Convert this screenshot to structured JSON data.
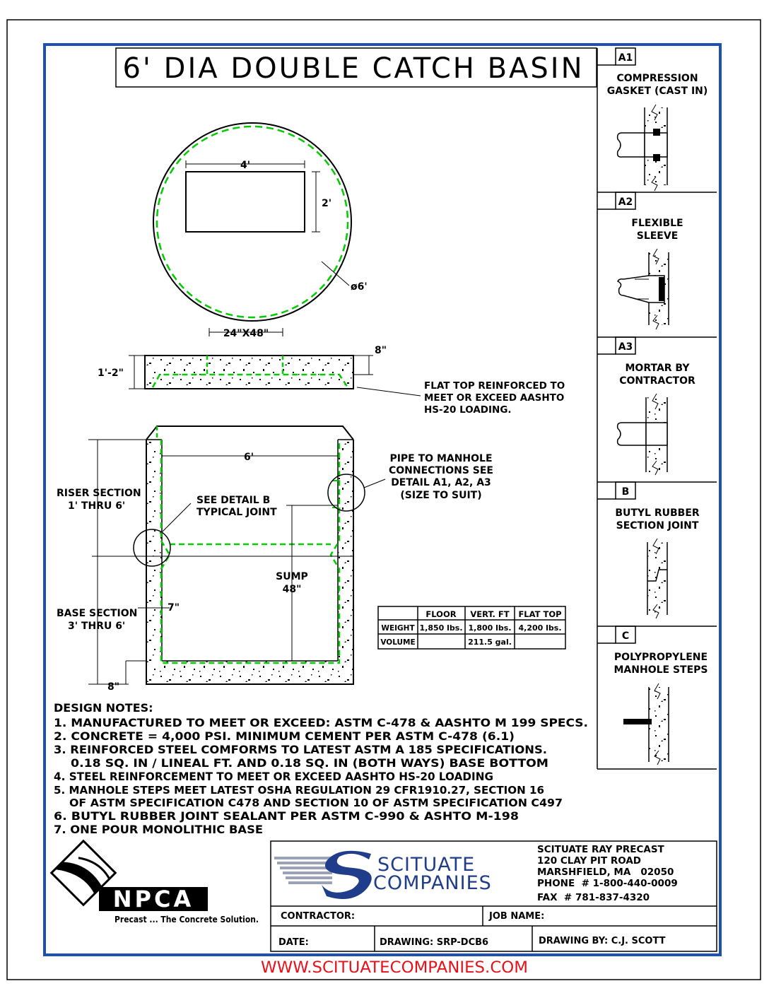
{
  "title": "6' DIA DOUBLE CATCH BASIN",
  "top_view": {
    "dim_width": "4'",
    "dim_height": "2'",
    "dim_diameter": "ø6'"
  },
  "flat_top": {
    "opening": "24\"X48\"",
    "thickness": "1'-2\"",
    "edge": "8\"",
    "note": [
      "FLAT TOP REINFORCED TO",
      "MEET OR EXCEED AASHTO",
      "HS-20 LOADING."
    ]
  },
  "section": {
    "inner_dia": "6'",
    "riser": [
      "RISER SECTION",
      "1' THRU 6'"
    ],
    "detail_b": [
      "SEE DETAIL B",
      "TYPICAL JOINT"
    ],
    "pipe_note": [
      "PIPE TO MANHOLE",
      "CONNECTIONS SEE",
      "DETAIL A1, A2, A3",
      "(SIZE TO SUIT)"
    ],
    "sump": [
      "SUMP",
      "48\""
    ],
    "base": [
      "BASE SECTION",
      "3' THRU 6'"
    ],
    "wall": "7\"",
    "bottom": "8\""
  },
  "weights_table": {
    "headers": [
      "",
      "FLOOR",
      "VERT. FT",
      "FLAT TOP"
    ],
    "rows": [
      [
        "WEIGHT",
        "1,850 lbs.",
        "1,800 lbs.",
        "4,200 lbs."
      ],
      [
        "VOLUME",
        "",
        "211.5 gal.",
        ""
      ]
    ]
  },
  "details": [
    {
      "id": "A1",
      "title": [
        "COMPRESSION",
        "GASKET (CAST IN)"
      ]
    },
    {
      "id": "A2",
      "title": [
        "FLEXIBLE",
        "SLEEVE"
      ]
    },
    {
      "id": "A3",
      "title": [
        "MORTAR BY",
        "CONTRACTOR"
      ]
    },
    {
      "id": "B",
      "title": [
        "BUTYL RUBBER",
        "SECTION JOINT"
      ]
    },
    {
      "id": "C",
      "title": [
        "POLYPROPYLENE",
        "MANHOLE STEPS"
      ]
    }
  ],
  "design_notes": {
    "heading": "DESIGN NOTES:",
    "lines": [
      "1. MANUFACTURED TO MEET OR EXCEED: ASTM C-478 & AASHTO M 199 SPECS.",
      "2. CONCRETE = 4,000 PSI. MINIMUM CEMENT PER ASTM C-478 (6.1)",
      "3. REINFORCED STEEL COMFORMS TO LATEST ASTM A 185 SPECIFICATIONS.",
      "    0.18 SQ. IN / LINEAL FT. AND 0.18 SQ. IN (BOTH WAYS) BASE BOTTOM",
      "4. STEEL REINFORCEMENT TO MEET OR EXCEED AASHTO HS-20 LOADING",
      "5. MANHOLE STEPS MEET LATEST OSHA REGULATION 29 CFR1910.27, SECTION 16",
      "    OF ASTM SPECIFICATION C478 AND SECTION 10 OF ASTM SPECIFICATION C497",
      "6. BUTYL RUBBER JOINT SEALANT PER ASTM C-990 & ASHTO M-198",
      "7. ONE POUR MONOLITHIC BASE"
    ]
  },
  "npca": {
    "logo_text": "NPCA",
    "tagline": "Precast ... The Concrete Solution."
  },
  "company": {
    "logo_line1": "SCITUATE",
    "logo_line2": "COMPANIES",
    "address": [
      "SCITUATE RAY PRECAST",
      "120 CLAY PIT ROAD",
      "MARSHFIELD, MA   02050",
      "PHONE  # 1-800-440-0009",
      "FAX  # 781-837-4320"
    ]
  },
  "title_block": {
    "contractor": "CONTRACTOR:",
    "job_name": "JOB NAME:",
    "date": "DATE:",
    "drawing": "DRAWING: SRP-DCB6",
    "drawn_by": "DRAWING BY: C.J. SCOTT"
  },
  "website": "WWW.SCITUATECOMPANIES.COM",
  "colors": {
    "frame": "#1f4fb3",
    "dashed": "#00cc00",
    "website": "#e8101a",
    "logo_blue": "#1f3d8a"
  }
}
